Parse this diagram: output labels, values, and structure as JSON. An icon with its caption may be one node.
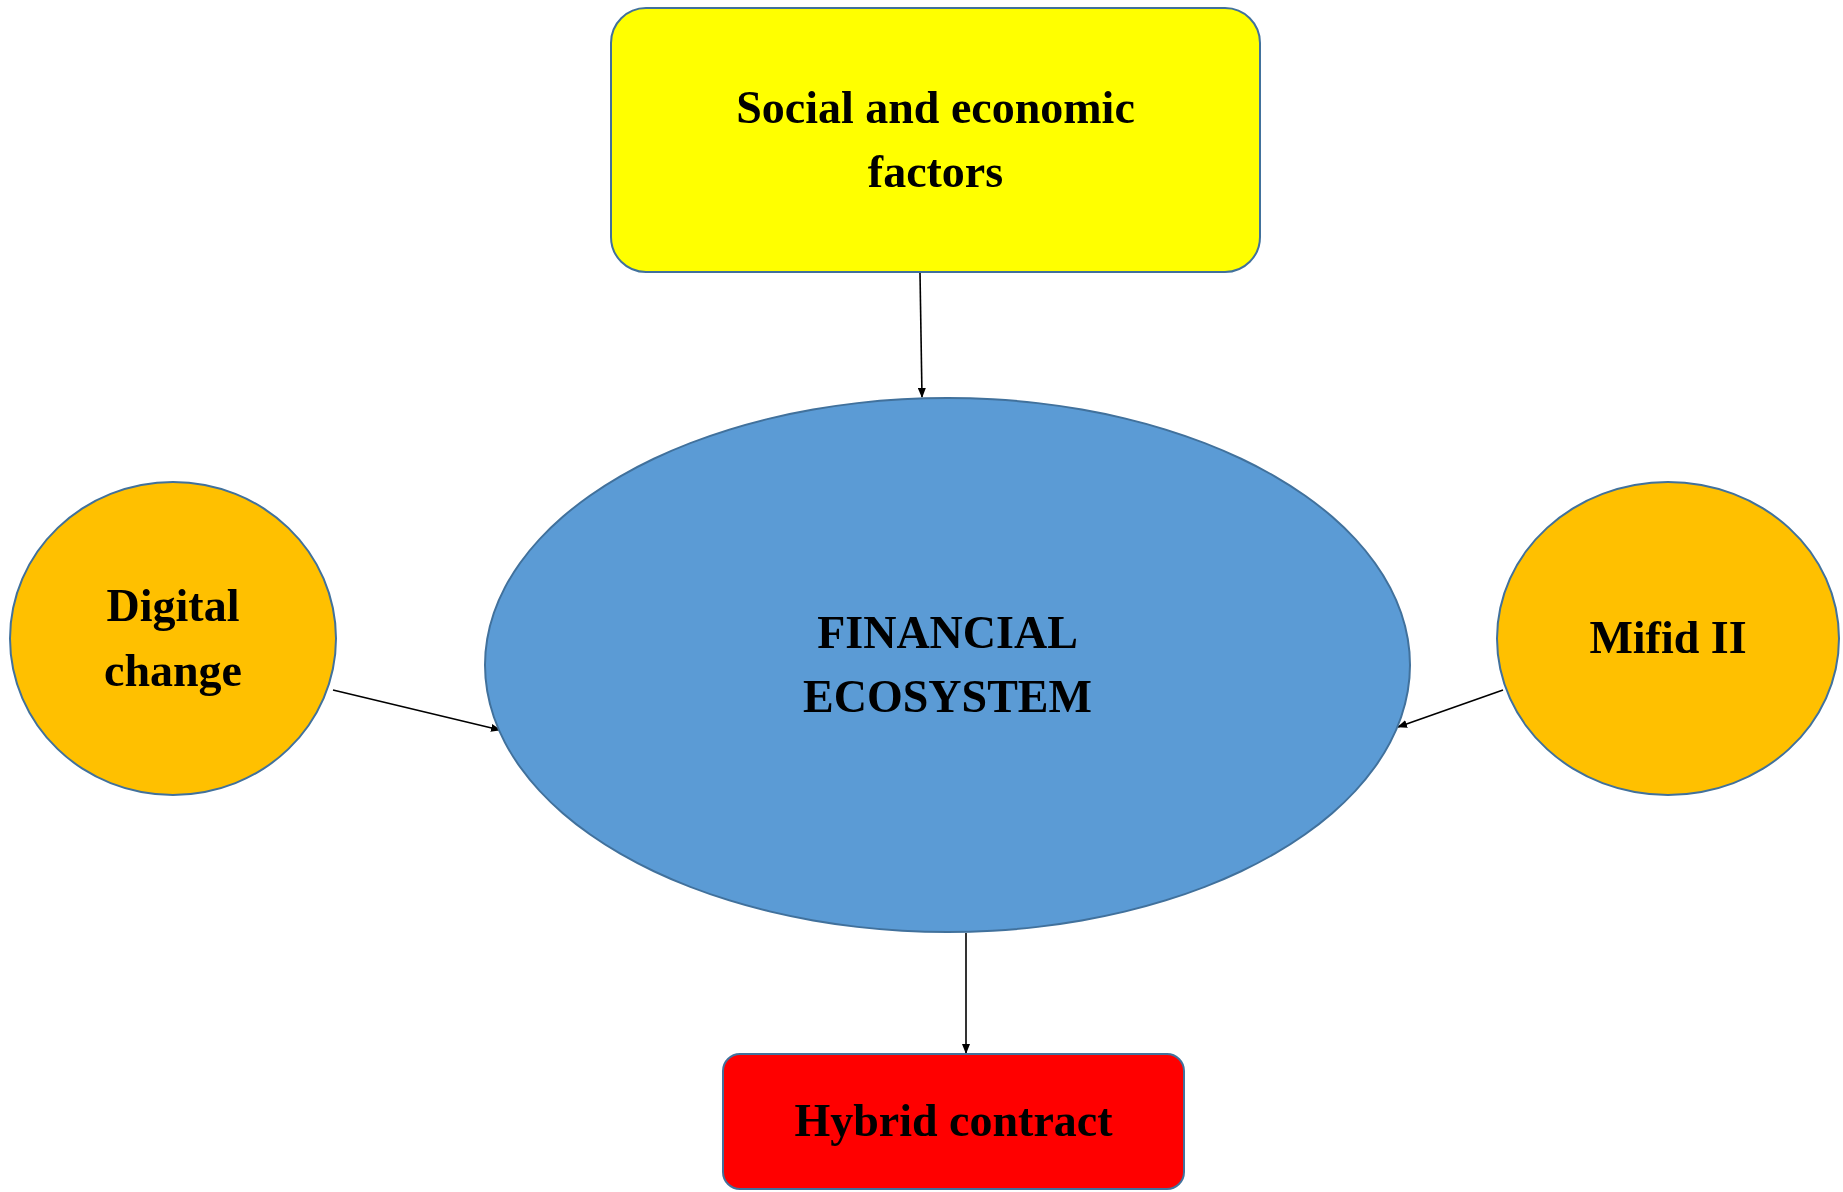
{
  "diagram": {
    "nodes": [
      {
        "text": [
          "Social and economic factors"
        ]
      },
      {
        "text": [
          "Digital change"
        ]
      },
      {
        "text": [
          "FINANCIAL ECOSYSTEM"
        ]
      },
      {
        "text": [
          "Mifid II"
        ]
      },
      {
        "text": [
          "Hybrid contract"
        ]
      }
    ],
    "edges": [
      {
        "from": 0,
        "to": 2,
        "arrow": "to"
      },
      {
        "from": 1,
        "to": 2,
        "arrow": "to"
      },
      {
        "from": 3,
        "to": 2,
        "arrow": "to"
      },
      {
        "from": 2,
        "to": 4,
        "arrow": "to"
      }
    ]
  }
}
